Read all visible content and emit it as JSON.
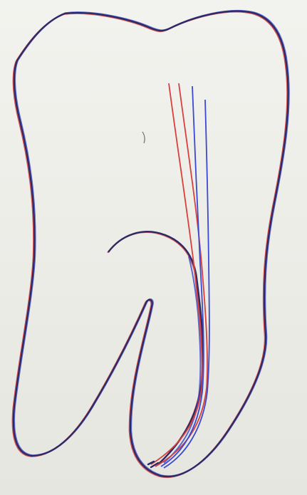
{
  "figure": {
    "subject": "tooth-outline-with-root-canal-instrument-paths",
    "colors": {
      "paper": "#ececE7",
      "outline_dark": "#2d2a63",
      "outline_red": "#d23a3a",
      "outline_blue": "#3a46c8",
      "file_red": "#d8403c",
      "file_blue": "#3b49d1"
    },
    "instrument_paths": [
      {
        "label": "",
        "color": "red"
      },
      {
        "label": "",
        "color": "red"
      },
      {
        "label": "",
        "color": "blue"
      },
      {
        "label": "",
        "color": "blue"
      }
    ]
  }
}
